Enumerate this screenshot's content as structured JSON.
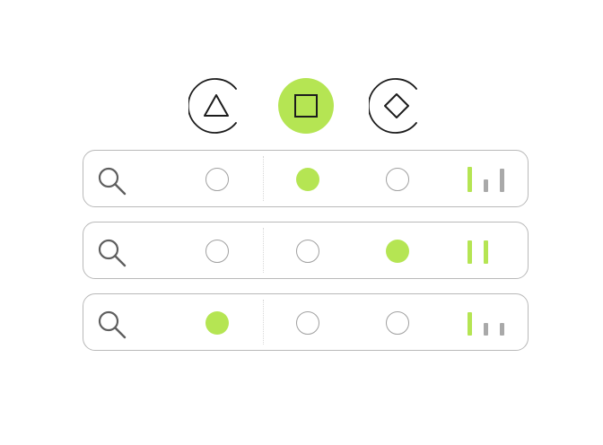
{
  "colors": {
    "accent": "#b5e553",
    "ink": "#1c1c1c",
    "icon_gray": "#5f5f5f",
    "border": "#b9b9b9",
    "bar_inactive": "#a9a9a9"
  },
  "shape_selector": {
    "options": [
      {
        "icon": "triangle-icon",
        "selected": false
      },
      {
        "icon": "square-icon",
        "selected": true
      },
      {
        "icon": "diamond-icon",
        "selected": false
      }
    ]
  },
  "rows": [
    {
      "icon": "search-icon",
      "selected_option": 2,
      "bar_levels": [
        1.0,
        0.5,
        0.93
      ],
      "bar_active": [
        true,
        false,
        false
      ]
    },
    {
      "icon": "search-icon",
      "selected_option": 3,
      "bar_levels": [
        0.93,
        0.93
      ],
      "bar_active": [
        true,
        true
      ]
    },
    {
      "icon": "search-icon",
      "selected_option": 1,
      "bar_levels": [
        0.93,
        0.5,
        0.5
      ],
      "bar_active": [
        true,
        false,
        false
      ]
    }
  ]
}
